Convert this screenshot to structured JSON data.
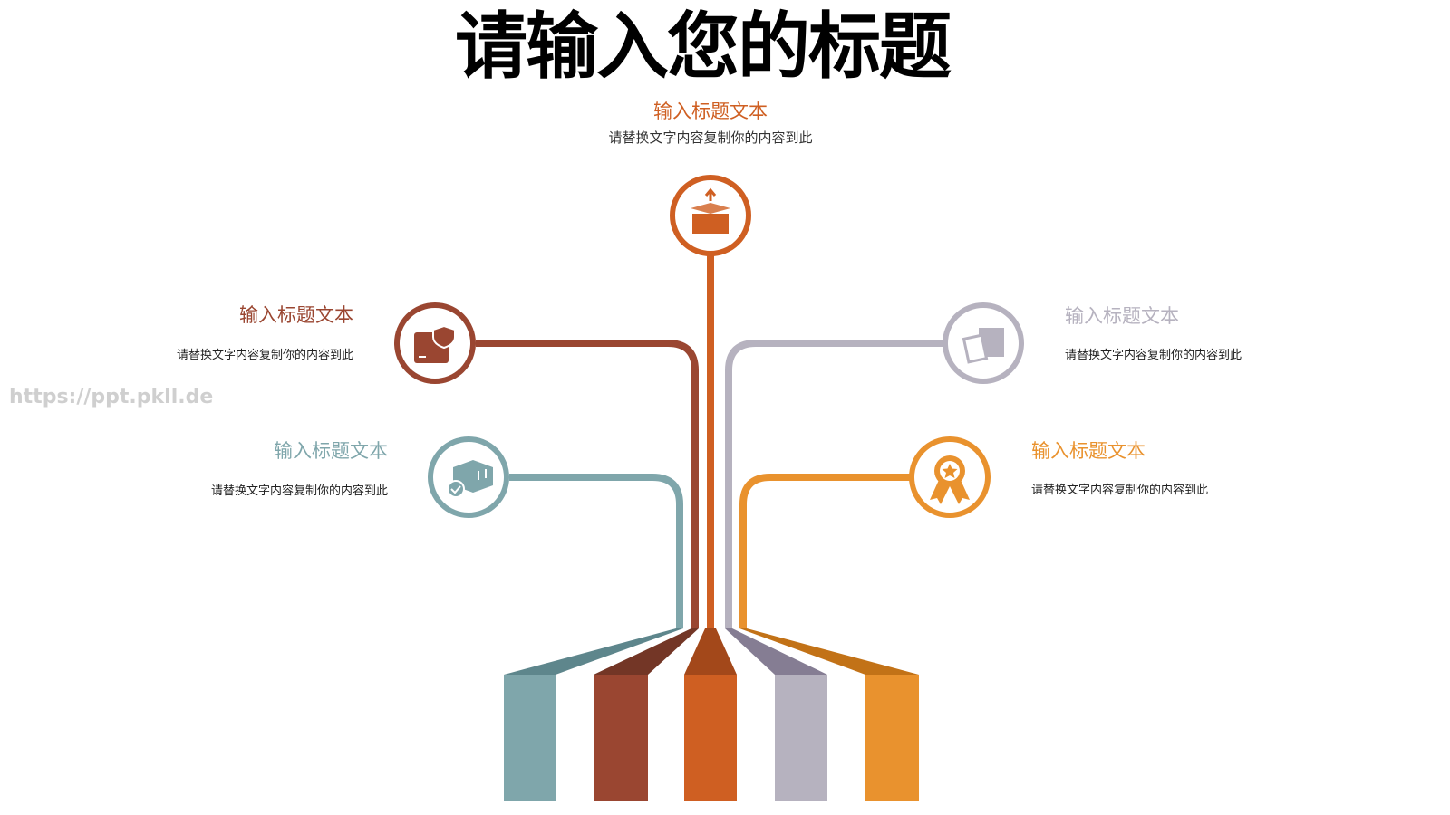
{
  "title": "请输入您的标题",
  "center": {
    "title": "输入标题文本",
    "desc": "请替换文字内容复制你的内容到此",
    "color": "#cf5f22",
    "icon": "open-box-icon"
  },
  "items": [
    {
      "title": "输入标题文本",
      "desc": "请替换文字内容复制你的内容到此",
      "color": "#9a4631",
      "icon": "box-shield-icon"
    },
    {
      "title": "输入标题文本",
      "desc": "请替换文字内容复制你的内容到此",
      "color": "#7fa6ab",
      "icon": "box-check-icon"
    },
    {
      "title": "输入标题文本",
      "desc": "请替换文字内容复制你的内容到此",
      "color": "#b6b2bf",
      "icon": "clipboard-box-icon"
    },
    {
      "title": "输入标题文本",
      "desc": "请替换文字内容复制你的内容到此",
      "color": "#e9922e",
      "icon": "award-ribbon-icon"
    }
  ],
  "watermark": "https://ppt.pkll.de"
}
